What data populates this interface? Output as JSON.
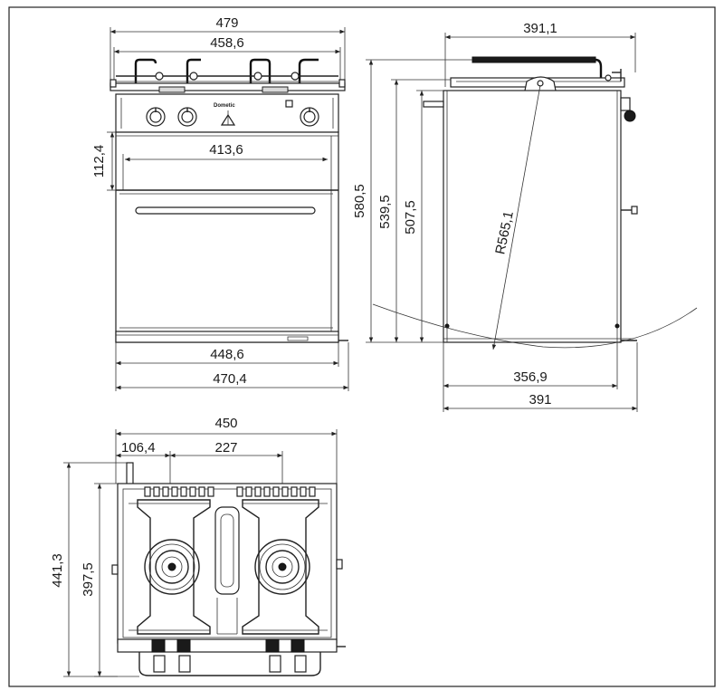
{
  "diagram": {
    "brand": "Dometic",
    "front": {
      "dim_top_overall": "479",
      "dim_top_inner": "458,6",
      "dim_door": "413,6",
      "dim_side": "112,4",
      "dim_bottom_inner": "448,6",
      "dim_bottom_overall": "470,4"
    },
    "side": {
      "dim_top": "391,1",
      "dim_h1": "580,5",
      "dim_h2": "539,5",
      "dim_h3": "507,5",
      "dim_radius": "R565,1",
      "dim_bottom_inner": "356,9",
      "dim_bottom_overall": "391"
    },
    "top": {
      "dim_width": "450",
      "dim_left_offset": "106,4",
      "dim_burner_spacing": "227",
      "dim_depth_overall": "441,3",
      "dim_depth_inner": "397,5"
    }
  }
}
